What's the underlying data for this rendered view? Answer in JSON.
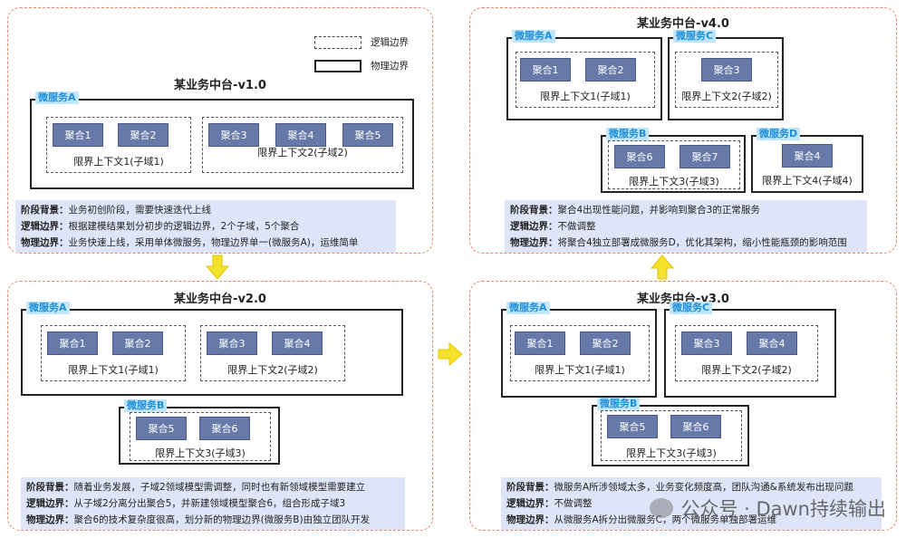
{
  "legend": {
    "logical": "逻辑边界",
    "physical": "物理边界"
  },
  "panels": {
    "v1": {
      "title": "某业务中台-v1.0",
      "ms_a": "微服务A",
      "ctx1": "限界上下文1(子域1)",
      "ctx2": "限界上下文2(子域2)",
      "aggs": [
        "聚合1",
        "聚合2",
        "聚合3",
        "聚合4",
        "聚合5"
      ],
      "info": [
        {
          "k": "阶段背景：",
          "v": "业务初创阶段，需要快速迭代上线"
        },
        {
          "k": "逻辑边界：",
          "v": "根据建模结果划分初步的逻辑边界，2个子域，5个聚合"
        },
        {
          "k": "物理边界：",
          "v": "业务快速上线，采用单体微服务，物理边界单一(微服务A)，运维简单"
        }
      ]
    },
    "v2": {
      "title": "某业务中台-v2.0",
      "ms_a": "微服务A",
      "ms_b": "微服务B",
      "ctx1": "限界上下文1(子域1)",
      "ctx2": "限界上下文2(子域2)",
      "ctx3": "限界上下文3(子域3)",
      "aggs": [
        "聚合1",
        "聚合2",
        "聚合3",
        "聚合4",
        "聚合5",
        "聚合6"
      ],
      "info": [
        {
          "k": "阶段背景：",
          "v": "随着业务发展，子域2领域模型需调整，同时也有新领域模型需要建立"
        },
        {
          "k": "逻辑边界：",
          "v": "从子域2分离分出聚合5，并新建领域模型聚合6，组合形成子域3"
        },
        {
          "k": "物理边界：",
          "v": "聚合6的技术复杂度很高，划分新的物理边界(微服务B)由独立团队开发"
        }
      ]
    },
    "v3": {
      "title": "某业务中台-v3.0",
      "ms_a": "微服务A",
      "ms_b": "微服务B",
      "ms_c": "微服务C",
      "ctx1": "限界上下文1(子域1)",
      "ctx2": "限界上下文2(子域2)",
      "ctx3": "限界上下文3(子域3)",
      "aggs": [
        "聚合1",
        "聚合2",
        "聚合3",
        "聚合4",
        "聚合5",
        "聚合6"
      ],
      "info": [
        {
          "k": "阶段背景：",
          "v": "微服务A所涉领域太多，业务变化频度高，团队沟通&系统发布出现问题"
        },
        {
          "k": "逻辑边界：",
          "v": "不做调整"
        },
        {
          "k": "物理边界：",
          "v": "从微服务A拆分出微服务C，两个微服务单独部署运维"
        }
      ]
    },
    "v4": {
      "title": "某业务中台-v4.0",
      "ms_a": "微服务A",
      "ms_b": "微服务B",
      "ms_c": "微服务C",
      "ms_d": "微服务D",
      "ctx1": "限界上下文1(子域1)",
      "ctx2": "限界上下文2(子域2)",
      "ctx3": "限界上下文3(子域3)",
      "ctx4": "限界上下文4(子域4)",
      "aggs": [
        "聚合1",
        "聚合2",
        "聚合3",
        "聚合6",
        "聚合7",
        "聚合4"
      ],
      "info": [
        {
          "k": "阶段背景：",
          "v": "聚合4出现性能问题，并影响到聚合3的正常服务"
        },
        {
          "k": "逻辑边界：",
          "v": "不做调整"
        },
        {
          "k": "物理边界：",
          "v": "将聚合4独立部署成微服务D，优化其架构，缩小性能瓶颈的影响范围"
        }
      ]
    }
  },
  "watermark": "公众号 · Dawn持续输出",
  "colors": {
    "aggregate": "#6679a8",
    "panel_border": "#e8866a",
    "info_bg": "#dfe5f8",
    "arrow": "#f5e22a",
    "ms_label": "#1e8fd6"
  }
}
